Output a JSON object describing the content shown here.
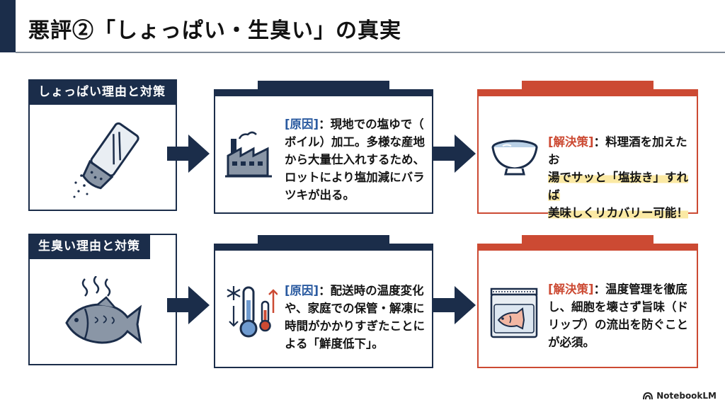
{
  "title": "悪評②「しょっぱい・生臭い」の真実",
  "rows": [
    {
      "label": "しょっぱい理由と対策",
      "icon_left": "salt-shaker-icon",
      "cause_icon": "factory-icon",
      "cause_tag": "[原因]",
      "cause_lines": [
        "：現地での塩ゆで（",
        "ボイル）加工。多様な産地",
        "から大量仕入れするため、",
        "ロットにより塩加減にバラ",
        "ツキが出る。"
      ],
      "solution_icon": "water-bowl-icon",
      "solution_tag": "[解決策]",
      "solution_lines": [
        "：料理酒を加えたお",
        "湯でサッと「塩抜き」すれば",
        "美味しくリカバリー可能！"
      ]
    },
    {
      "label": "生臭い理由と対策",
      "icon_left": "smelly-fish-icon",
      "cause_icon": "thermometer-icon",
      "cause_tag": "[原因]",
      "cause_lines": [
        "：配送時の温度変化",
        "や、家庭での保管・解凍に",
        "時間がかかりすぎたことに",
        "よる「鮮度低下」。"
      ],
      "solution_icon": "fish-in-bag-icon",
      "solution_tag": "[解決策]",
      "solution_lines": [
        "：温度管理を徹底",
        "し、細胞を壊さず旨味（ド",
        "リップ）の流出を防ぐこと",
        "が必須。"
      ]
    }
  ],
  "brand": "NotebookLM",
  "colors": {
    "navy": "#1b2d4a",
    "red": "#cc4a33",
    "highlight": "#fbe9a4",
    "cause_label": "#2a5aa0"
  }
}
